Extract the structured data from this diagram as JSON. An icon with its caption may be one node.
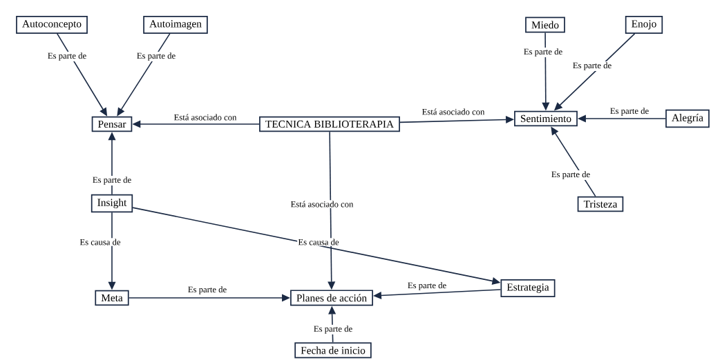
{
  "diagram": {
    "nodes": [
      {
        "text": [
          "Autoconcepto"
        ]
      },
      {
        "text": [
          "Autoimagen"
        ]
      },
      {
        "text": [
          "Miedo"
        ]
      },
      {
        "text": [
          "Enojo"
        ]
      },
      {
        "text": [
          "Pensar"
        ]
      },
      {
        "text": [
          "TECNICA BIBLIOTERAPIA"
        ]
      },
      {
        "text": [
          "Sentimiento"
        ]
      },
      {
        "text": [
          "Alegría"
        ]
      },
      {
        "text": [
          "Insight"
        ]
      },
      {
        "text": [
          "Tristeza"
        ]
      },
      {
        "text": [
          "Meta"
        ]
      },
      {
        "text": [
          "Planes de acción"
        ]
      },
      {
        "text": [
          "Estrategia"
        ]
      },
      {
        "text": [
          "Fecha de inicio"
        ]
      }
    ],
    "edges": [
      {
        "from": 0,
        "to": 4,
        "arrow": "to",
        "label": "Es parte de"
      },
      {
        "from": 1,
        "to": 4,
        "arrow": "to",
        "label": "Es parte de"
      },
      {
        "from": 2,
        "to": 6,
        "arrow": "to",
        "label": "Es parte de"
      },
      {
        "from": 3,
        "to": 6,
        "arrow": "to",
        "label": "Es parte de"
      },
      {
        "from": 5,
        "to": 4,
        "arrow": "to",
        "label": "Está asociado con"
      },
      {
        "from": 5,
        "to": 6,
        "arrow": "to",
        "label": "Está asociado con"
      },
      {
        "from": 7,
        "to": 6,
        "arrow": "to",
        "label": "Es parte de"
      },
      {
        "from": 9,
        "to": 6,
        "arrow": "to",
        "label": "Es parte de"
      },
      {
        "from": 8,
        "to": 4,
        "arrow": "to",
        "label": "Es parte de"
      },
      {
        "from": 5,
        "to": 11,
        "arrow": "to",
        "label": "Está asociado con"
      },
      {
        "from": 8,
        "to": 10,
        "arrow": "to",
        "label": "Es causa de"
      },
      {
        "from": 8,
        "to": 12,
        "arrow": "to",
        "label": "Es causa de"
      },
      {
        "from": 10,
        "to": 11,
        "arrow": "to",
        "label": "Es parte de"
      },
      {
        "from": 12,
        "to": 11,
        "arrow": "to",
        "label": "Es parte de"
      },
      {
        "from": 13,
        "to": 11,
        "arrow": "to",
        "label": "Es parte de"
      }
    ]
  }
}
